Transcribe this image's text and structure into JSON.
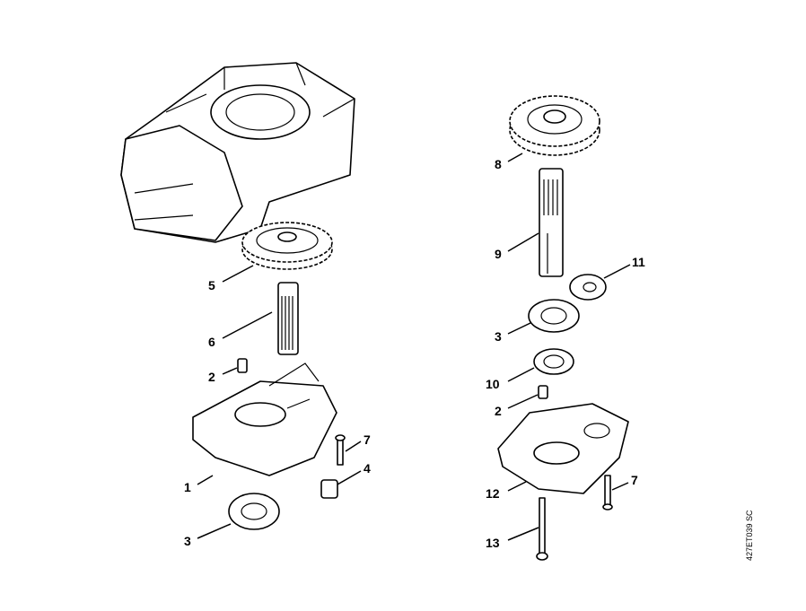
{
  "diagram_code": "427ET039 SC",
  "callouts": [
    {
      "id": "c5",
      "label": "5"
    },
    {
      "id": "c6",
      "label": "6"
    },
    {
      "id": "c2a",
      "label": "2"
    },
    {
      "id": "c1",
      "label": "1"
    },
    {
      "id": "c3a",
      "label": "3"
    },
    {
      "id": "c7a",
      "label": "7"
    },
    {
      "id": "c4",
      "label": "4"
    },
    {
      "id": "c8",
      "label": "8"
    },
    {
      "id": "c9",
      "label": "9"
    },
    {
      "id": "c11",
      "label": "11"
    },
    {
      "id": "c3b",
      "label": "3"
    },
    {
      "id": "c10",
      "label": "10"
    },
    {
      "id": "c2b",
      "label": "2"
    },
    {
      "id": "c12",
      "label": "12"
    },
    {
      "id": "c7b",
      "label": "7"
    },
    {
      "id": "c13",
      "label": "13"
    }
  ]
}
